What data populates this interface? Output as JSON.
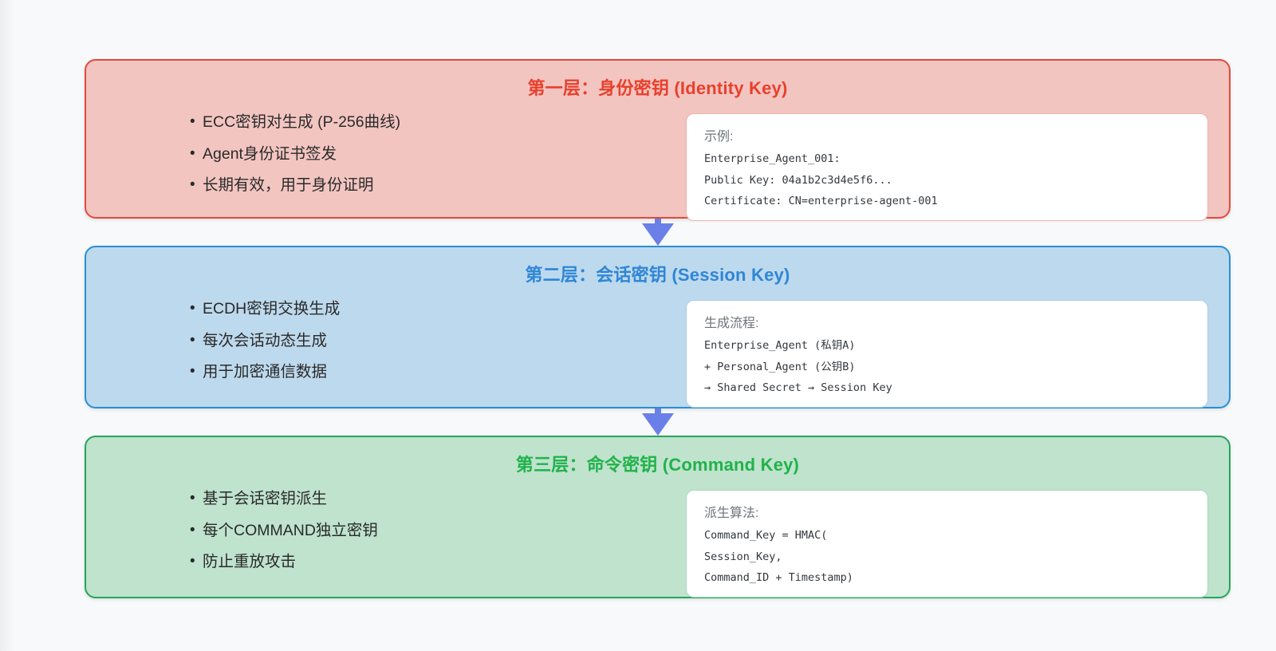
{
  "diagram": {
    "title_visible": false,
    "background_color": "#f7f9fb",
    "arrow_color": "#6a80e8",
    "layers": [
      {
        "id": "identity-key",
        "title": "第一层：身份密钥 (Identity Key)",
        "title_color": "#e8402c",
        "fill_color": "#f2c5c1",
        "border_color": "#e14b3c",
        "bullets": [
          "ECC密钥对生成 (P-256曲线)",
          "Agent身份证书签发",
          "长期有效，用于身份证明"
        ],
        "card": {
          "title": "示例:",
          "lines": [
            "Enterprise_Agent_001:",
            "Public Key: 04a1b2c3d4e5f6...",
            "Certificate: CN=enterprise-agent-001"
          ]
        }
      },
      {
        "id": "session-key",
        "title": "第二层：会话密钥 (Session Key)",
        "title_color": "#2f86d6",
        "fill_color": "#bdd9ed",
        "border_color": "#2a8fd4",
        "bullets": [
          "ECDH密钥交换生成",
          "每次会话动态生成",
          "用于加密通信数据"
        ],
        "card": {
          "title": "生成流程:",
          "lines": [
            "Enterprise_Agent (私钥A)",
            "+ Personal_Agent (公钥B)",
            "→ Shared Secret → Session Key"
          ]
        }
      },
      {
        "id": "command-key",
        "title": "第三层：命令密钥 (Command Key)",
        "title_color": "#21b24b",
        "fill_color": "#bfe3cd",
        "border_color": "#24a65a",
        "bullets": [
          "基于会话密钥派生",
          "每个COMMAND独立密钥",
          "防止重放攻击"
        ],
        "card": {
          "title": "派生算法:",
          "lines": [
            "Command_Key = HMAC(",
            "Session_Key,",
            "Command_ID + Timestamp)"
          ]
        }
      }
    ],
    "connectors": [
      {
        "id": "identity-to-session",
        "icon": "arrow-down-icon"
      },
      {
        "id": "session-to-command",
        "icon": "arrow-down-icon"
      }
    ]
  }
}
